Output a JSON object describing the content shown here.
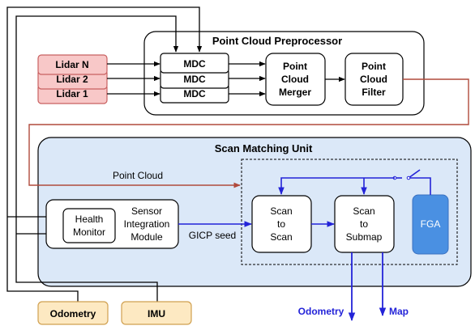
{
  "preprocessor": {
    "title": "Point Cloud Preprocessor",
    "mdc_label": "MDC",
    "merger": [
      "Point",
      "Cloud",
      "Merger"
    ],
    "filter": [
      "Point",
      "Cloud",
      "Filter"
    ]
  },
  "lidars": {
    "n": "Lidar N",
    "two": "Lidar 2",
    "one": "Lidar 1"
  },
  "scan_unit": {
    "title": "Scan Matching Unit",
    "point_cloud": "Point Cloud",
    "health": [
      "Health",
      "Monitor"
    ],
    "sensor": [
      "Sensor",
      "Integration",
      "Module"
    ],
    "gicp": "GICP seed",
    "scan_to_scan": [
      "Scan",
      "to",
      "Scan"
    ],
    "scan_to_submap": [
      "Scan",
      "to",
      "Submap"
    ],
    "fga": "FGA"
  },
  "inputs": {
    "odometry": "Odometry",
    "imu": "IMU"
  },
  "outputs": {
    "odometry": "Odometry",
    "map": "Map"
  },
  "colors": {
    "lidar_fill": "#f8c8c8",
    "lidar_stroke": "#c86060",
    "input_fill": "#fde9c2",
    "input_stroke": "#d0a050",
    "unit_fill": "#dbe8f8",
    "fga_fill": "#4a90e2",
    "blue": "#2323d8",
    "brown": "#b04a3c"
  }
}
